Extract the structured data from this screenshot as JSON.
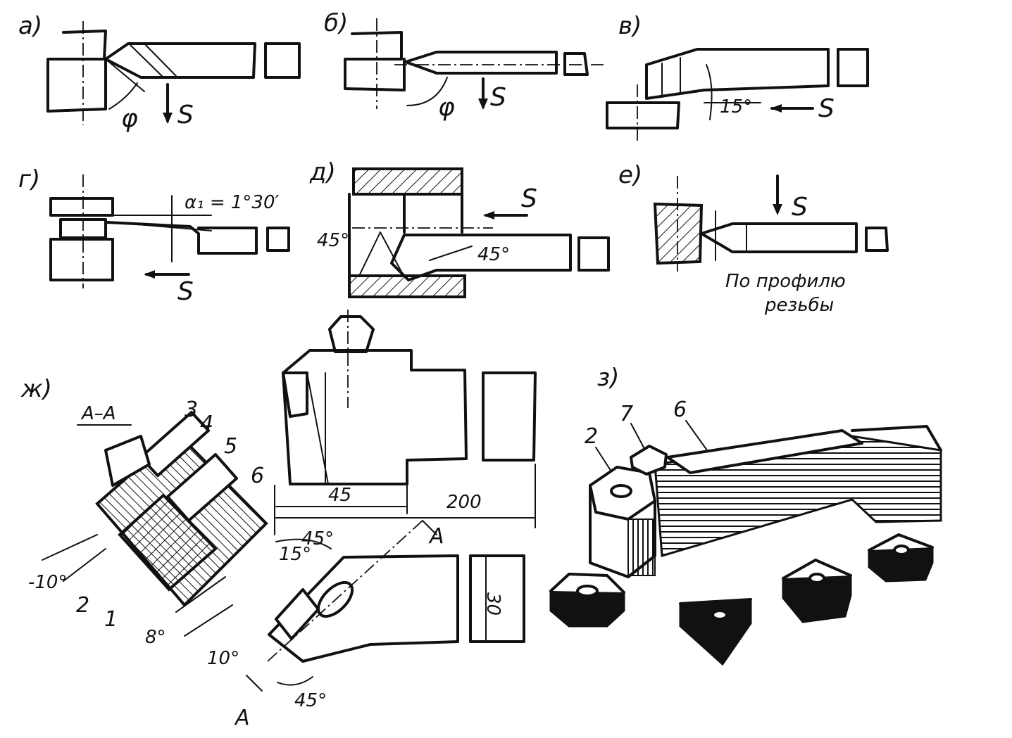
{
  "panels": {
    "a": {
      "label": "а)",
      "angle": "φ",
      "feed": "S"
    },
    "b": {
      "label": "б)",
      "angle": "φ",
      "feed": "S"
    },
    "v": {
      "label": "в)",
      "angle": "15°",
      "feed": "S"
    },
    "g": {
      "label": "г)",
      "angle": "α₁ = 1°30′",
      "feed": "S"
    },
    "d": {
      "label": "д)",
      "angle_left": "45°",
      "angle_right": "45°",
      "feed": "S"
    },
    "e": {
      "label": "е)",
      "feed": "S",
      "note_line1": "По профилю",
      "note_line2": "резьбы"
    },
    "zh": {
      "label": "ж)",
      "section": "А–А",
      "callouts": [
        "3",
        "4",
        "5",
        "6",
        "2",
        "1"
      ],
      "angles": [
        "-10°",
        "8°",
        "10°",
        "45°",
        "15°",
        "45°"
      ],
      "dims": [
        "45",
        "200",
        "30"
      ],
      "section_mark": "А"
    },
    "z": {
      "label": "з)",
      "callouts": [
        "7",
        "6",
        "2"
      ]
    }
  }
}
